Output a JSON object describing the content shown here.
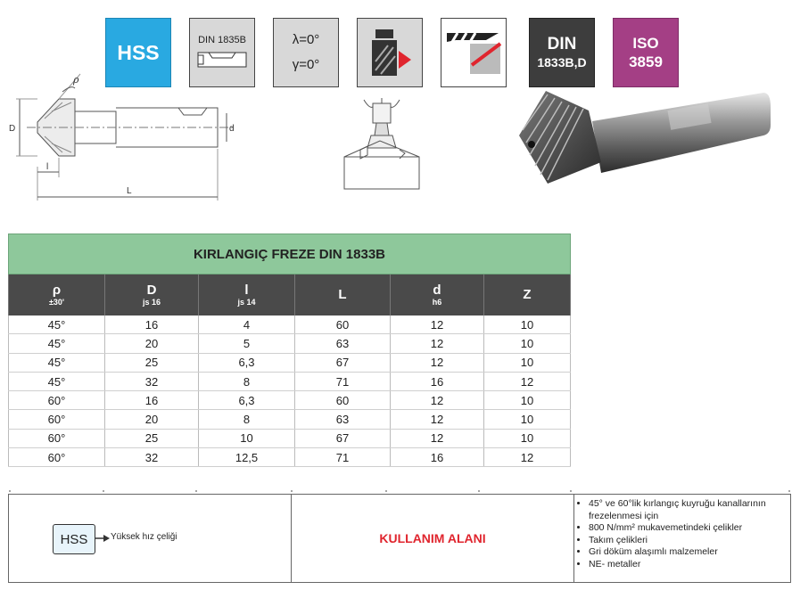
{
  "badges": {
    "hss": "HSS",
    "din1835": "DIN 1835B",
    "lambda": "λ=0°",
    "gamma": "γ=0°",
    "din_top": "DIN",
    "din_bottom": "1833B,D",
    "iso_top": "ISO",
    "iso_bottom": "3859"
  },
  "drawing": {
    "rho": "ρ",
    "D": "D",
    "l": "l",
    "L": "L",
    "d": "d"
  },
  "table": {
    "title": "KIRLANGIÇ FREZE DIN 1833B",
    "headers": [
      {
        "main": "ρ",
        "sub": "±30'"
      },
      {
        "main": "D",
        "sub": "js 16"
      },
      {
        "main": "l",
        "sub": "js 14"
      },
      {
        "main": "L",
        "sub": ""
      },
      {
        "main": "d",
        "sub": "h6"
      },
      {
        "main": "Z",
        "sub": ""
      }
    ],
    "rows": [
      [
        "45°",
        "16",
        "4",
        "60",
        "12",
        "10"
      ],
      [
        "45°",
        "20",
        "5",
        "63",
        "12",
        "10"
      ],
      [
        "45°",
        "25",
        "6,3",
        "67",
        "12",
        "10"
      ],
      [
        "45°",
        "32",
        "8",
        "71",
        "16",
        "12"
      ],
      [
        "60°",
        "16",
        "6,3",
        "60",
        "12",
        "10"
      ],
      [
        "60°",
        "20",
        "8",
        "63",
        "12",
        "10"
      ],
      [
        "60°",
        "25",
        "10",
        "67",
        "12",
        "10"
      ],
      [
        "60°",
        "32",
        "12,5",
        "71",
        "16",
        "12"
      ]
    ]
  },
  "info": {
    "hss": "HSS",
    "hss_label": "Yüksek hız çeliği",
    "usage_title": "KULLANIM ALANI",
    "usage_items": [
      "45° ve 60°lik kırlangıç kuyruğu kanallarının frezelenmesi için",
      "800 N/mm² mukavemetindeki çelikler",
      "Takım çelikleri",
      "Gri döküm alaşımlı malzemeler",
      "NE- metaller"
    ]
  },
  "colors": {
    "hss_blue": "#29a9e1",
    "din_dark": "#3d3d3d",
    "iso_purple": "#a43f85",
    "table_title_green": "#8ec89b",
    "table_header": "#4a4a4a",
    "usage_red": "#e0252e"
  }
}
